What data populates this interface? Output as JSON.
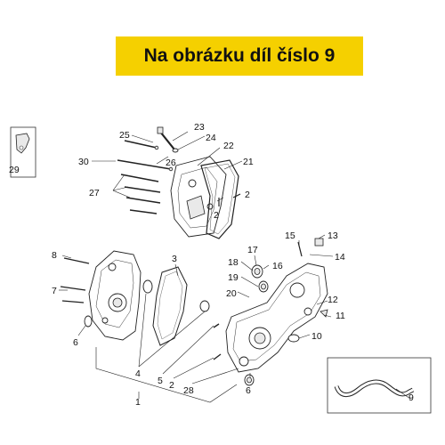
{
  "banner": {
    "text": "Na obrázku díl číslo 9",
    "color": "#f5d000"
  },
  "callouts": {
    "n1": "1",
    "n2a": "2",
    "n2b": "2",
    "n2c": "2",
    "n3": "3",
    "n4": "4",
    "n5": "5",
    "n6a": "6",
    "n6b": "6",
    "n7": "7",
    "n8": "8",
    "n9": "9",
    "n10": "10",
    "n11": "11",
    "n12": "12",
    "n13": "13",
    "n14": "14",
    "n15": "15",
    "n16": "16",
    "n17": "17",
    "n18": "18",
    "n19": "19",
    "n20": "20",
    "n21": "21",
    "n22": "22",
    "n23": "23",
    "n24": "24",
    "n25": "25",
    "n26": "26",
    "n27": "27",
    "n28": "28",
    "n29": "29",
    "n30": "30"
  }
}
